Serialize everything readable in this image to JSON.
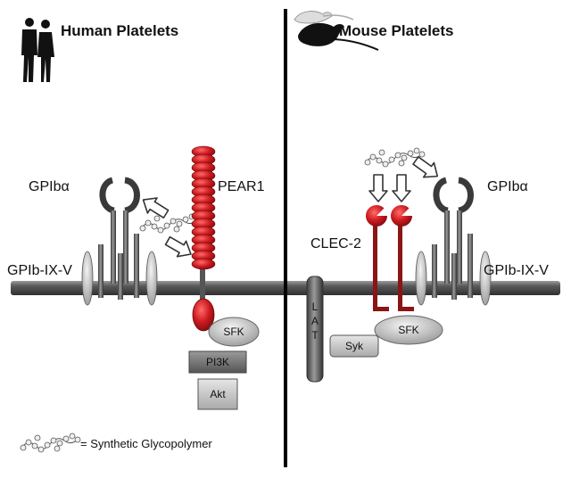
{
  "panels": {
    "left": {
      "title": "Human Platelets",
      "labels": {
        "gplba": "GPIbα",
        "gplb_ix_v": "GPIb-IX-V",
        "pear1": "PEAR1"
      },
      "boxes": {
        "sfk": "SFK",
        "pi3k": "PI3K",
        "akt": "Akt"
      }
    },
    "right": {
      "title": "Mouse Platelets",
      "labels": {
        "gplba": "GPIbα",
        "gplb_ix_v": "GPIb-IX-V",
        "clec2": "CLEC-2"
      },
      "boxes": {
        "lat": "LAT",
        "syk": "Syk",
        "sfk": "SFK"
      }
    }
  },
  "legend": {
    "text": "= Synthetic Glycopolymer"
  },
  "colors": {
    "receptor_red": "#c8171d",
    "clec_dark_red": "#8a1515",
    "membrane_gray": "#555555",
    "box_gray": "#bdbdbd",
    "box_dark": "#6b6b6b"
  },
  "icons": {
    "left": "people-silhouette-icon",
    "right": "mouse-silhouette-icon",
    "polymer": "glycopolymer-chain-icon"
  }
}
